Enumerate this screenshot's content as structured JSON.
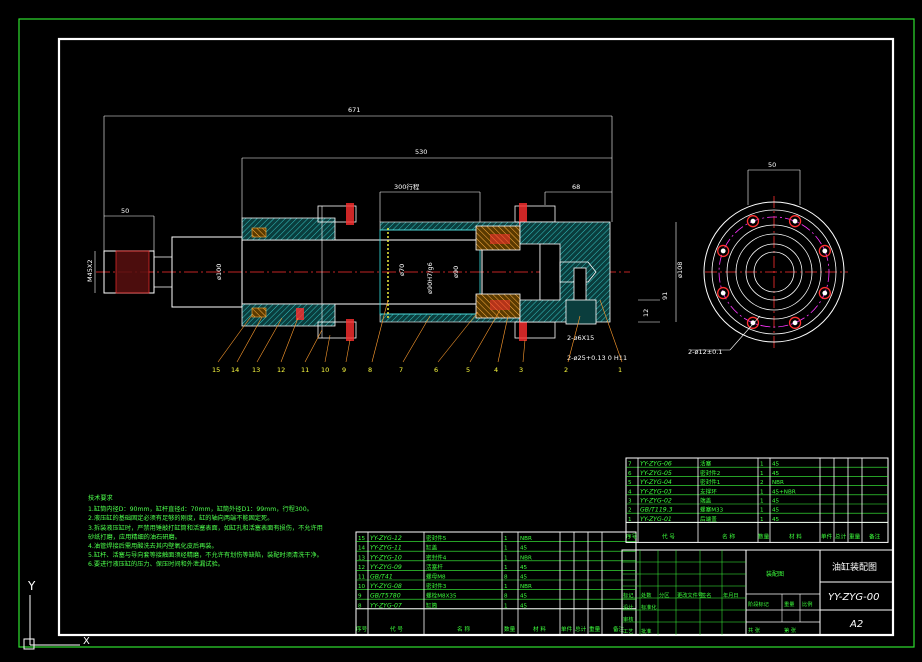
{
  "drawing": {
    "title_cn": "油缸装配图",
    "drawing_no": "YY-ZYG-00",
    "sheet_size": "A2",
    "title_left_label": "装配图"
  },
  "dimensions": {
    "overall_length": "671",
    "body_length": "530",
    "stroke": "300行程",
    "rod_end_len": "50",
    "cap_len": "68",
    "thread": "M45X2",
    "rod_dia": "ø100",
    "bore_dia_a": "ø70",
    "bore_dia_b": "ø90",
    "piston_fit": "ø90H7/g6",
    "outer_dia": "ø108",
    "right_a": "91",
    "right_b": "12",
    "port_a": "2-ø25+0.13 0 H11",
    "port_b": "2-ø6X15",
    "end_view_width": "50",
    "end_view_holes": "2-ø12±0.1"
  },
  "balloons": [
    "15",
    "14",
    "13",
    "12",
    "11",
    "10",
    "9",
    "8",
    "7",
    "6",
    "5",
    "4",
    "3",
    "2",
    "1"
  ],
  "tech_requirements": {
    "heading": "技术要求",
    "lines": [
      "1.缸筒内径D：90mm，缸杆直径d：70mm，缸筒外径D1：99mm，行程300。",
      "2.液压缸的基础固定必须有足够的刚度，缸的轴向两端不能固定死。",
      "3.拆装液压缸时，严禁用锤敲打缸筒和活塞表面，如缸孔和活塞表面有损伤，不允许用砂纸打磨，应用精细的油石研磨。",
      "4.油管焊接后需用酸洗去其内壁氧化皮后再装。",
      "5.缸杆、活塞与导向套等接触面须经精磨，不允许有划伤等缺陷，装配时须清洗干净。",
      "6.要进行液压缸的压力、保压时间和外泄漏试验。"
    ]
  },
  "bom_lower": {
    "rows": [
      [
        "15",
        "YY-ZYG-12",
        "密封件5",
        "1",
        "NBR",
        ""
      ],
      [
        "14",
        "YY-ZYG-11",
        "缸盖",
        "1",
        "45",
        ""
      ],
      [
        "13",
        "YY-ZYG-10",
        "密封件4",
        "1",
        "NBR",
        ""
      ],
      [
        "12",
        "YY-ZYG-09",
        "活塞杆",
        "1",
        "45",
        ""
      ],
      [
        "11",
        "GB/T41",
        "螺母M8",
        "8",
        "45",
        ""
      ],
      [
        "10",
        "YY-ZYG-08",
        "密封件3",
        "1",
        "NBR",
        ""
      ],
      [
        "9",
        "GB/T5780",
        "螺栓M8X35",
        "8",
        "45",
        ""
      ],
      [
        "8",
        "YY-ZYG-07",
        "缸筒",
        "1",
        "45",
        ""
      ]
    ],
    "header": [
      "序号",
      "代 号",
      "名 称",
      "数量",
      "材 料",
      "单件",
      "总计",
      "重量",
      "备注"
    ]
  },
  "bom_upper": {
    "rows": [
      [
        "7",
        "YY-ZYG-06",
        "活塞",
        "1",
        "45",
        ""
      ],
      [
        "6",
        "YY-ZYG-05",
        "密封件2",
        "1",
        "45",
        ""
      ],
      [
        "5",
        "YY-ZYG-04",
        "密封件1",
        "2",
        "NBR",
        ""
      ],
      [
        "4",
        "YY-ZYG-03",
        "支撑环",
        "1",
        "45+NBR",
        ""
      ],
      [
        "3",
        "YY-ZYG-02",
        "端盖",
        "1",
        "45",
        ""
      ],
      [
        "2",
        "GB/T119.3",
        "螺塞M33",
        "1",
        "45",
        ""
      ],
      [
        "1",
        "YY-ZYG-01",
        "后端盖",
        "1",
        "45",
        ""
      ]
    ],
    "header": [
      "序号",
      "代 号",
      "名 称",
      "数量",
      "材 料",
      "单件",
      "总计",
      "重量",
      "备注"
    ]
  },
  "title_block": {
    "labels": [
      "标记",
      "处数",
      "分区",
      "更改文件号",
      "签名",
      "年月日",
      "设计",
      "标准化",
      "审核",
      "工艺",
      "批准",
      "阶段标记",
      "重量",
      "比例",
      "共 张",
      "第 张"
    ]
  },
  "colors": {
    "frame": "#ffffff",
    "outer_frame": "#2ee02e",
    "green": "#3cff3c",
    "yellow": "#ffff40",
    "cyan": "#36e0e0",
    "red": "#ff3030",
    "orange": "#ff9c2e",
    "magenta": "#ff36ff",
    "hatch": "#00a0a0"
  }
}
